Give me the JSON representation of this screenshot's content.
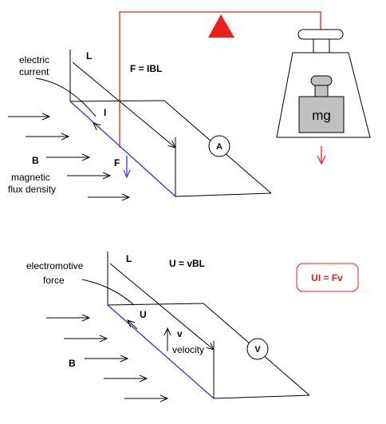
{
  "colors": {
    "ink": "#000000",
    "red": "#e8211b",
    "blue": "#3b3bd9",
    "weight_fill": "#c0c0c0"
  },
  "top": {
    "label_L": "L",
    "formula": "F = IBL",
    "electric_current_line1": "electric",
    "electric_current_line2": "current",
    "label_I": "I",
    "label_B": "B",
    "label_F": "F",
    "magnetic_line1": "magnetic",
    "magnetic_line2": "flux  density",
    "ammeter": "A",
    "weight": "mg"
  },
  "bottom": {
    "label_L": "L",
    "formula": "U = vBL",
    "emf_line1": "electromotive",
    "emf_line2": "force",
    "label_U": "U",
    "label_v": "v",
    "velocity": "velocity",
    "label_B": "B",
    "voltmeter": "V",
    "relation": "UI = Fv"
  }
}
